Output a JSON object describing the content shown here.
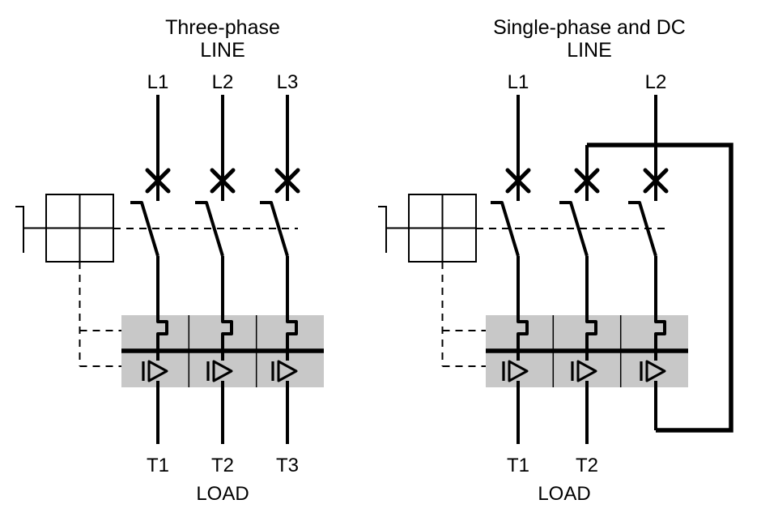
{
  "left_diagram": {
    "title": "Three-phase",
    "subtitle": "LINE",
    "line_labels": [
      "L1",
      "L2",
      "L3"
    ],
    "terminal_labels": [
      "T1",
      "T2",
      "T3"
    ],
    "footer": "LOAD"
  },
  "right_diagram": {
    "title": "Single-phase and DC",
    "subtitle": "LINE",
    "line_labels": [
      "L1",
      "L2"
    ],
    "terminal_labels": [
      "T1",
      "T2"
    ],
    "footer": "LOAD"
  },
  "colors": {
    "line_color": "#000000",
    "overload_block_fill": "#c8c8c8",
    "background": "#ffffff"
  }
}
